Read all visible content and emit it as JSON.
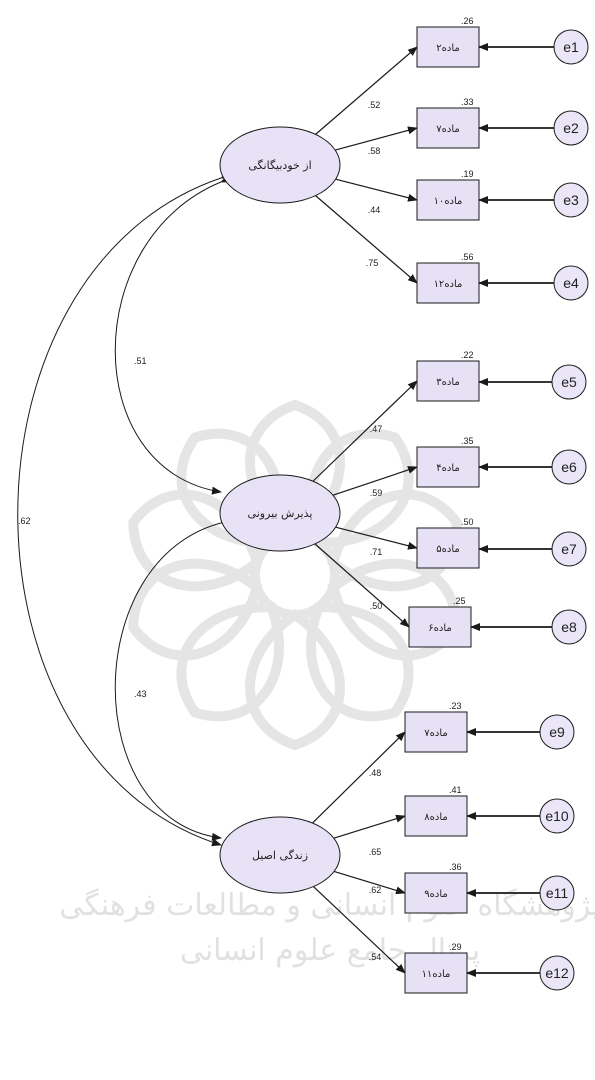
{
  "colors": {
    "latent_fill": "#e8e2f6",
    "indicator_fill": "#e7e1f5",
    "error_fill": "#eae5f7",
    "stroke": "#1a1a1a",
    "watermark": "#d0d0d0"
  },
  "latents": [
    {
      "id": "L1",
      "label": "از خودبیگانگی"
    },
    {
      "id": "L2",
      "label": "پذیرش بیرونی"
    },
    {
      "id": "L3",
      "label": "زندگی اصیل"
    }
  ],
  "indicators": [
    {
      "label": "ماده۲",
      "r2": ".26",
      "loading": ".52",
      "error": "e1"
    },
    {
      "label": "ماده۷",
      "r2": ".33",
      "loading": ".58",
      "error": "e2"
    },
    {
      "label": "ماده۱۰",
      "r2": ".19",
      "loading": ".44",
      "error": "e3"
    },
    {
      "label": "ماده۱۲",
      "r2": ".56",
      "loading": ".75",
      "error": "e4"
    },
    {
      "label": "ماده۳",
      "r2": ".22",
      "loading": ".47",
      "error": "e5"
    },
    {
      "label": "ماده۴",
      "r2": ".35",
      "loading": ".59",
      "error": "e6"
    },
    {
      "label": "ماده۵",
      "r2": ".50",
      "loading": ".71",
      "error": "e7"
    },
    {
      "label": "ماده۶",
      "r2": ".25",
      "loading": ".50",
      "error": "e8"
    },
    {
      "label": "ماده۷",
      "r2": ".23",
      "loading": ".48",
      "error": "e9"
    },
    {
      "label": "ماده۸",
      "r2": ".41",
      "loading": ".65",
      "error": "e10"
    },
    {
      "label": "ماده۹",
      "r2": ".36",
      "loading": ".62",
      "error": "e11"
    },
    {
      "label": "ماده۱۱",
      "r2": ".29",
      "loading": ".54",
      "error": "e12"
    }
  ],
  "correlations": [
    {
      "between": "L1-L2",
      "value": ".51"
    },
    {
      "between": "L2-L3",
      "value": ".43"
    },
    {
      "between": "L1-L3",
      "value": ".62"
    }
  ],
  "watermark": {
    "line1": "پژوهشگاه علوم انسانی و مطالعات فرهنگی",
    "line2": "پرتال جامع علوم انسانی"
  }
}
